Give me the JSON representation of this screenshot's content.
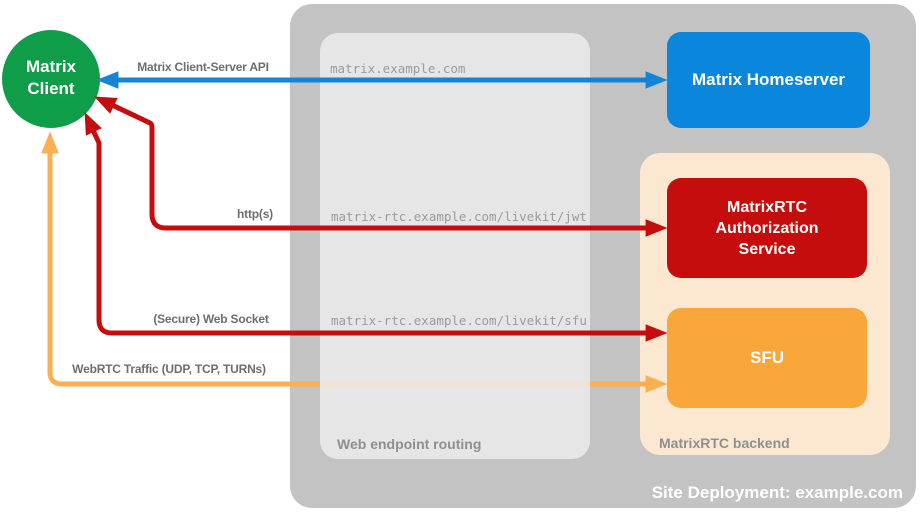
{
  "diagram": {
    "client": {
      "label": "Matrix Client"
    },
    "homeserver": {
      "label": "Matrix Homeserver"
    },
    "backend": {
      "label": "MatrixRTC backend",
      "auth_service": {
        "label": "MatrixRTC Authorization Service"
      },
      "sfu": {
        "label": "SFU"
      }
    },
    "routing": {
      "label": "Web endpoint routing",
      "routes": [
        {
          "url": "matrix.example.com"
        },
        {
          "url": "matrix-rtc.example.com/livekit/jwt"
        },
        {
          "url": "matrix-rtc.example.com/livekit/sfu"
        }
      ]
    },
    "arrows": {
      "client_server": {
        "label": "Matrix Client-Server API",
        "color": "#1583d6"
      },
      "http": {
        "label": "http(s)",
        "color": "#c60d0d"
      },
      "websocket": {
        "label": "(Secure) Web Socket",
        "color": "#c60d0d"
      },
      "webrtc": {
        "label": "WebRTC Traffic (UDP, TCP, TURNs)",
        "color": "#fbae52"
      }
    },
    "deployment": {
      "label": "Site Deployment: example.com"
    },
    "colors": {
      "client_green": "#0f9d49",
      "homeserver_blue": "#0b86dd",
      "auth_red": "#c60d0d",
      "sfu_orange": "#f9a63a",
      "backend_peach": "#fce8d0",
      "outer_gray": "#c3c3c3",
      "inner_gray": "#ececec"
    }
  }
}
